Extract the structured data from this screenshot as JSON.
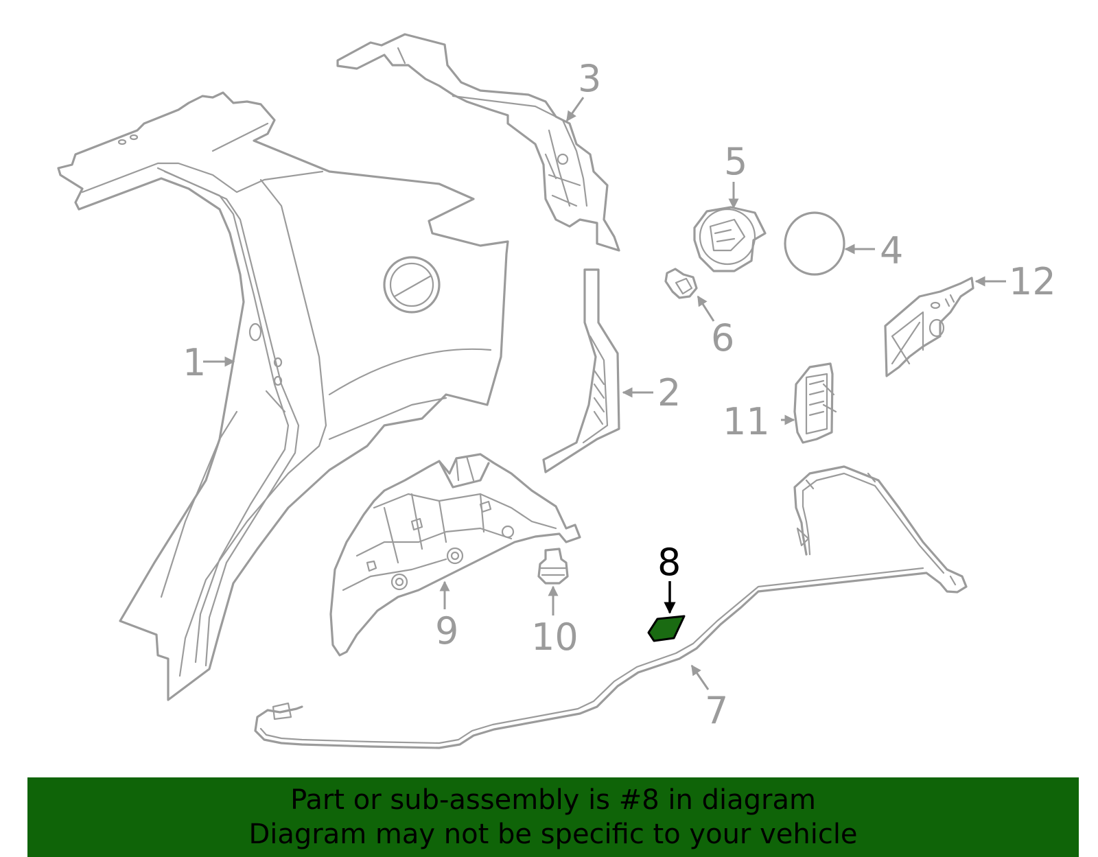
{
  "colors": {
    "part_stroke": "#9b9b9b",
    "highlight_fill": "#1a6b12",
    "banner_bg": "#0f6408",
    "banner_text": "#000000"
  },
  "diagram": {
    "highlighted_part": "8",
    "callouts": {
      "p1": "1",
      "p2": "2",
      "p3": "3",
      "p4": "4",
      "p5": "5",
      "p6": "6",
      "p7": "7",
      "p8": "8",
      "p9": "9",
      "p10": "10",
      "p11": "11",
      "p12": "12"
    }
  },
  "banner": {
    "line1": "Part or sub-assembly is #8 in diagram",
    "line2": "Diagram may not be specific to your vehicle"
  }
}
